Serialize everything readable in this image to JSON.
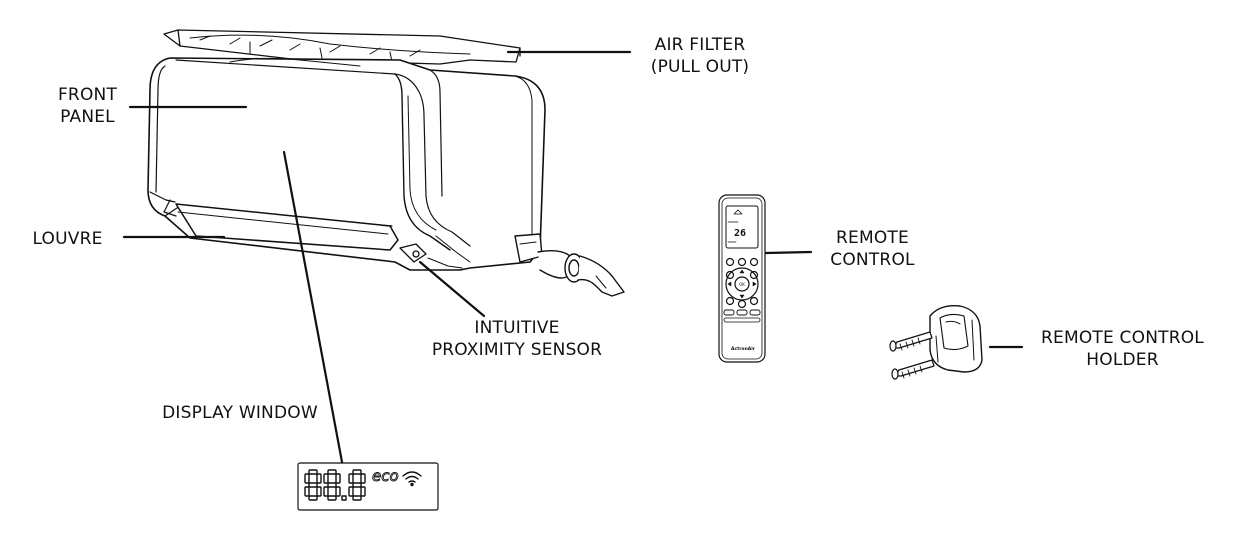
{
  "labels": {
    "air_filter": [
      "AIR FILTER",
      "(PULL OUT)"
    ],
    "front_panel": [
      "FRONT",
      "PANEL"
    ],
    "louvre": [
      "LOUVRE"
    ],
    "sensor": [
      "INTUITIVE",
      "PROXIMITY SENSOR"
    ],
    "display_window": [
      "DISPLAY WINDOW"
    ],
    "remote_control": [
      "REMOTE",
      "CONTROL"
    ],
    "remote_holder": [
      "REMOTE CONTROL",
      "HOLDER"
    ]
  },
  "display_readout": {
    "digits": "88.8",
    "eco": "eco"
  },
  "remote": {
    "screen_value": "26",
    "brand": "ActronAir",
    "ok": "OK"
  },
  "icons": [
    "wifi-icon"
  ]
}
